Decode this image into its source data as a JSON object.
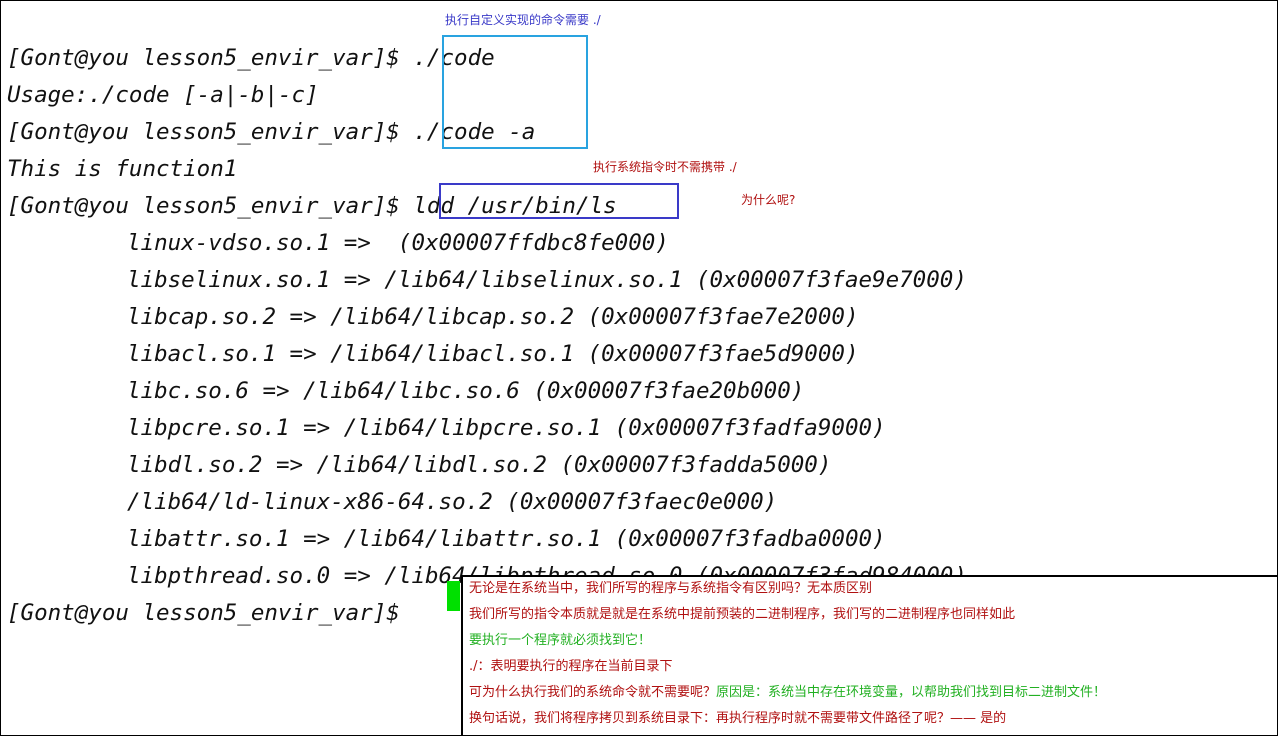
{
  "colors": {
    "cyan_box": "#29a3e0",
    "blue_box": "#3a3ac8",
    "note_blue": "#3a3ac8",
    "note_red": "#b01010",
    "cursor_green": "#00e000",
    "text_green": "#22b022",
    "text_dark": "#111111"
  },
  "notes": {
    "top": "执行自定义实现的命令需要 ./",
    "system": "执行系统指令时不需携带 ./",
    "why": "为什么呢?"
  },
  "terminal": {
    "prompt": "[Gont@you lesson5_envir_var]$ ",
    "cmd1": "./code",
    "usage": "Usage:./code [-a|-b|-c]",
    "cmd2": "./code -a",
    "output1": "This is function1",
    "cmd3": "ldd /usr/bin/ls",
    "ldd": [
      "linux-vdso.so.1 =>  (0x00007ffdbc8fe000)",
      "libselinux.so.1 => /lib64/libselinux.so.1 (0x00007f3fae9e7000)",
      "libcap.so.2 => /lib64/libcap.so.2 (0x00007f3fae7e2000)",
      "libacl.so.1 => /lib64/libacl.so.1 (0x00007f3fae5d9000)",
      "libc.so.6 => /lib64/libc.so.6 (0x00007f3fae20b000)",
      "libpcre.so.1 => /lib64/libpcre.so.1 (0x00007f3fadfa9000)",
      "libdl.so.2 => /lib64/libdl.so.2 (0x00007f3fadda5000)",
      "/lib64/ld-linux-x86-64.so.2 (0x00007f3faec0e000)",
      "libattr.so.1 => /lib64/libattr.so.1 (0x00007f3fadba0000)",
      "libpthread.so.0 => /lib64/libpthread.so.0 (0x00007f3fad984000)"
    ]
  },
  "explain": {
    "line1": "无论是在系统当中，我们所写的程序与系统指令有区别吗？无本质区别",
    "line2": "我们所写的指令本质就是就是在系统中提前预装的二进制程序，我们写的二进制程序也同样如此",
    "line3": "要执行一个程序就必须找到它！",
    "line4": "./：表明要执行的程序在当前目录下",
    "line5a": "可为什么执行我们的系统命令就不需要呢？",
    "line5b": "原因是：系统当中存在环境变量，以帮助我们找到目标二进制文件！",
    "line6": "换句话说，我们将程序拷贝到系统目录下：再执行程序时就不需要带文件路径了呢？—— 是的"
  }
}
